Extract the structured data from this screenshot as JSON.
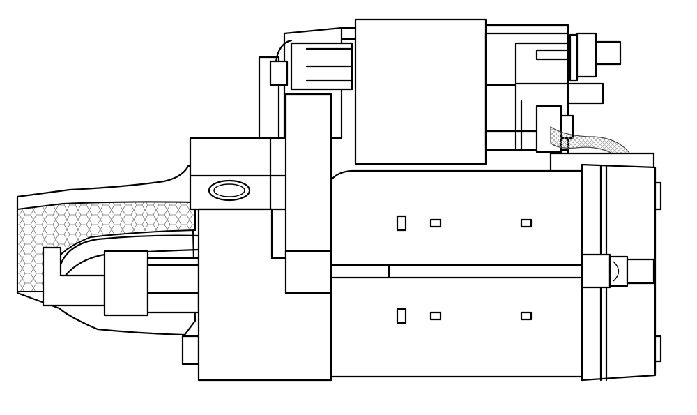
{
  "diagram": {
    "background": "#ffffff",
    "line_color": "#000000",
    "components": [
      "solenoid-body",
      "solenoid-terminal-stud",
      "solenoid-terminal-nut",
      "solenoid-lead-wire",
      "braided-ground-strap",
      "drive-end-housing",
      "pinion-nose-cone",
      "mounting-flange",
      "mounting-bolt-hole",
      "motor-yoke",
      "end-cover",
      "through-bolt",
      "through-bolt-head"
    ]
  }
}
